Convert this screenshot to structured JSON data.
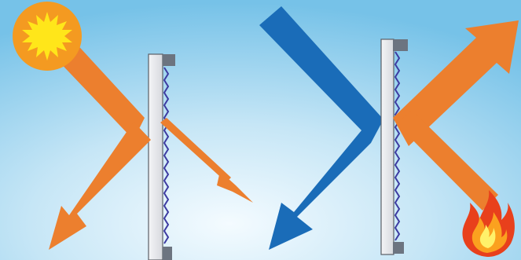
{
  "diagram": {
    "background": {
      "center": "#f4fbff",
      "edge": "#76c2e8"
    },
    "colors": {
      "solar_arrow": "#ec7f2e",
      "cold_arrow": "#1a6cb8",
      "glass_pane": "#e4e6ea",
      "glass_edge": "#5b5f66",
      "frame_cap": "#6c7480",
      "coating_zigzag": "#3c3aa1",
      "sun_outer": "#f49a21",
      "sun_core": "#ffe61a",
      "flame_outer": "#e8401c",
      "flame_middle": "#fba11f",
      "flame_inner": "#fff16a"
    },
    "panels": [
      {
        "name": "left-window",
        "coating_side": "right"
      },
      {
        "name": "right-window",
        "coating_side": "right"
      }
    ],
    "icons": [
      "sun-icon",
      "fire-icon"
    ],
    "arrows": [
      {
        "name": "sunlight-incoming-arrow",
        "color": "solar_arrow"
      },
      {
        "name": "sunlight-reflected-arrow",
        "color": "solar_arrow"
      },
      {
        "name": "sunlight-transmitted-arrow",
        "color": "solar_arrow"
      },
      {
        "name": "cold-reflected-arrow",
        "color": "cold_arrow"
      },
      {
        "name": "heat-reflected-arrow",
        "color": "solar_arrow"
      }
    ]
  }
}
